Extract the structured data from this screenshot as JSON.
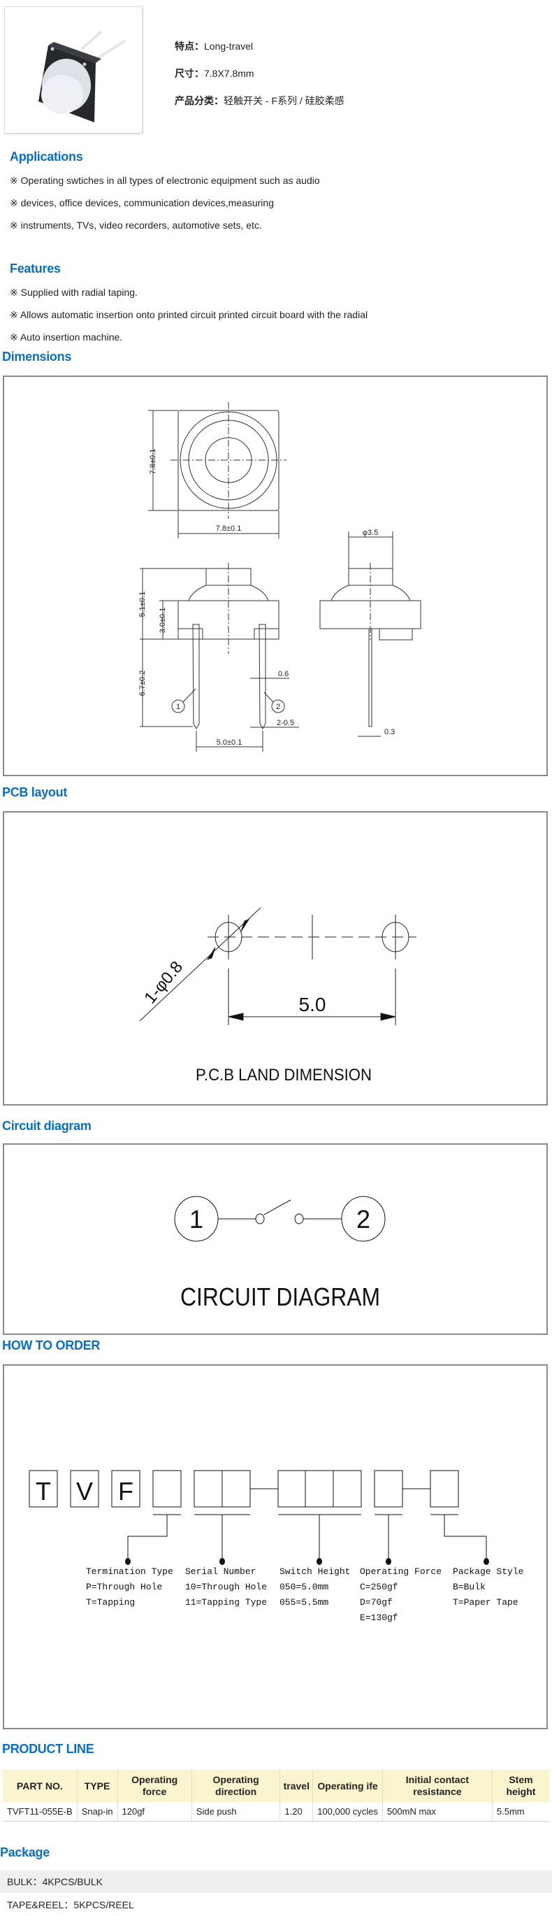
{
  "product": {
    "features_label": "特点：",
    "features_value": "Long-travel",
    "size_label": "尺寸：",
    "size_value": "7.8X7.8mm",
    "category_label": "产品分类：",
    "category_value": "轻触开关 - F系列 / 硅胶柔感"
  },
  "applications": {
    "title": "Applications",
    "lines": [
      "※ Operating swtiches in all types of electronic equipment such as audio",
      "※ devices, office devices, communication devices,measuring",
      "※ instruments, TVs, video recorders, automotive sets, etc."
    ]
  },
  "features": {
    "title": "Features",
    "lines": [
      "※ Supplied with radial taping.",
      "※ Allows automatic insertion onto printed circuit printed circuit board with the radial",
      "※ Auto insertion machine."
    ]
  },
  "dimensions": {
    "title": "Dimensions",
    "labels": {
      "height": "7.8±0.1",
      "width": "7.8±0.1",
      "stem_dia": "φ3.5",
      "total": "5.1±0.1",
      "body": "3.0±0.1",
      "pin_len": "6.7±0.2",
      "pin_w": "0.6",
      "pin_tip": "2-0.5",
      "pitch": "5.0±0.1",
      "thick": "0.3",
      "pin1": "1",
      "pin2": "2"
    }
  },
  "pcb": {
    "title": "PCB layout",
    "hole_label": "1-φ0.8",
    "pitch_label": "5.0",
    "caption": "P.C.B LAND DIMENSION"
  },
  "circuit": {
    "title": "Circuit diagram",
    "pin1": "1",
    "pin2": "2",
    "caption": "CIRCUIT DIAGRAM"
  },
  "order": {
    "title": "HOW TO ORDER",
    "letters": [
      "T",
      "V",
      "F"
    ],
    "groups": [
      {
        "title": "Termination Type",
        "lines": [
          "P=Through Hole",
          "T=Tapping"
        ]
      },
      {
        "title": "Serial Number",
        "lines": [
          "10=Through Hole",
          "11=Tapping Type"
        ]
      },
      {
        "title": "Switch Height",
        "lines": [
          "050=5.0mm",
          "055=5.5mm"
        ]
      },
      {
        "title": "Operating Force",
        "lines": [
          "C=250gf",
          "D=70gf",
          "E=130gf"
        ]
      },
      {
        "title": "Package Style",
        "lines": [
          "B=Bulk",
          "T=Paper Tape"
        ]
      }
    ]
  },
  "product_line": {
    "title": "PRODUCT LINE",
    "headers": [
      "PART NO.",
      "TYPE",
      "Operating force",
      "Operating direction",
      "travel",
      "Operating ife",
      "Initial contact resistance",
      "Stem height"
    ],
    "rows": [
      [
        "TVFT11-055E-B",
        "Snap-in",
        "120gf",
        "Side push",
        "1.20",
        "100,000 cycles",
        "500mN max",
        "5.5mm"
      ]
    ]
  },
  "package": {
    "title": "Package",
    "lines": [
      "BULK：4KPCS/BULK",
      "TAPE&REEL：5KPCS/REEL"
    ]
  },
  "colors": {
    "heading": "#0a6ec4",
    "table_header": "#fbf5cf",
    "package_row": "#efefef"
  }
}
